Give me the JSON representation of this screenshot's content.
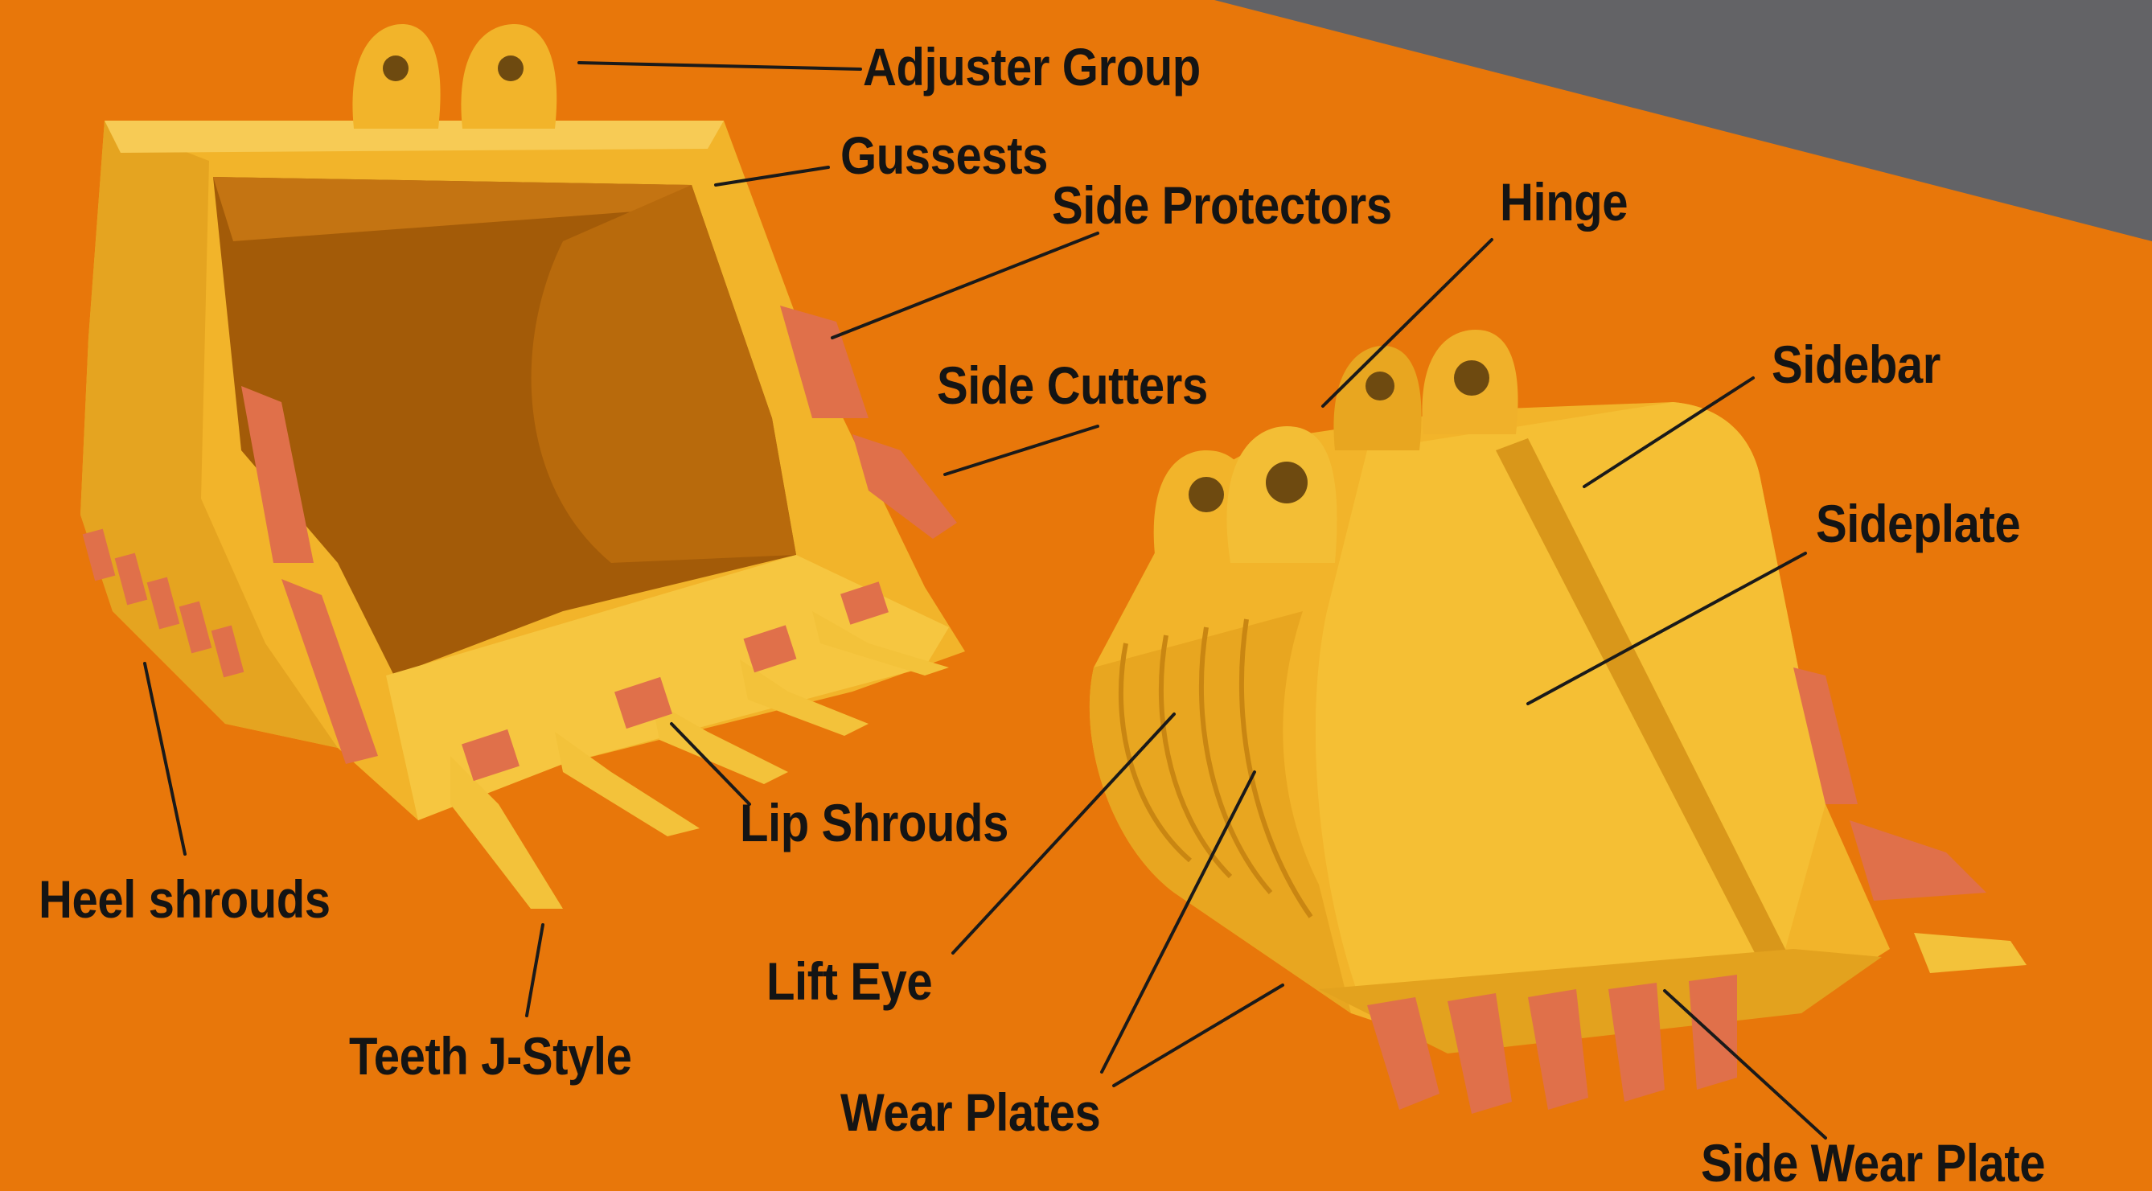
{
  "colors": {
    "background": "#E8770A",
    "corner_band": "#636366",
    "bucket_body": "#F2B42A",
    "bucket_shade": "#C98612",
    "bucket_interior": "#A35B08",
    "teeth_shrouds": "#E0704A",
    "label_text": "#141414",
    "leader_line": "#1A1A1A"
  },
  "labels": {
    "adjuster_group": "Adjuster Group",
    "gussets": "Gussests",
    "side_protectors": "Side Protectors",
    "hinge": "Hinge",
    "side_cutters": "Side Cutters",
    "sidebar": "Sidebar",
    "sideplate": "Sideplate",
    "heel_shrouds": "Heel shrouds",
    "lip_shrouds": "Lip Shrouds",
    "lift_eye": "Lift Eye",
    "teeth_j_style": "Teeth J-Style",
    "wear_plates": "Wear Plates",
    "side_wear_plate": "Side Wear Plate"
  }
}
